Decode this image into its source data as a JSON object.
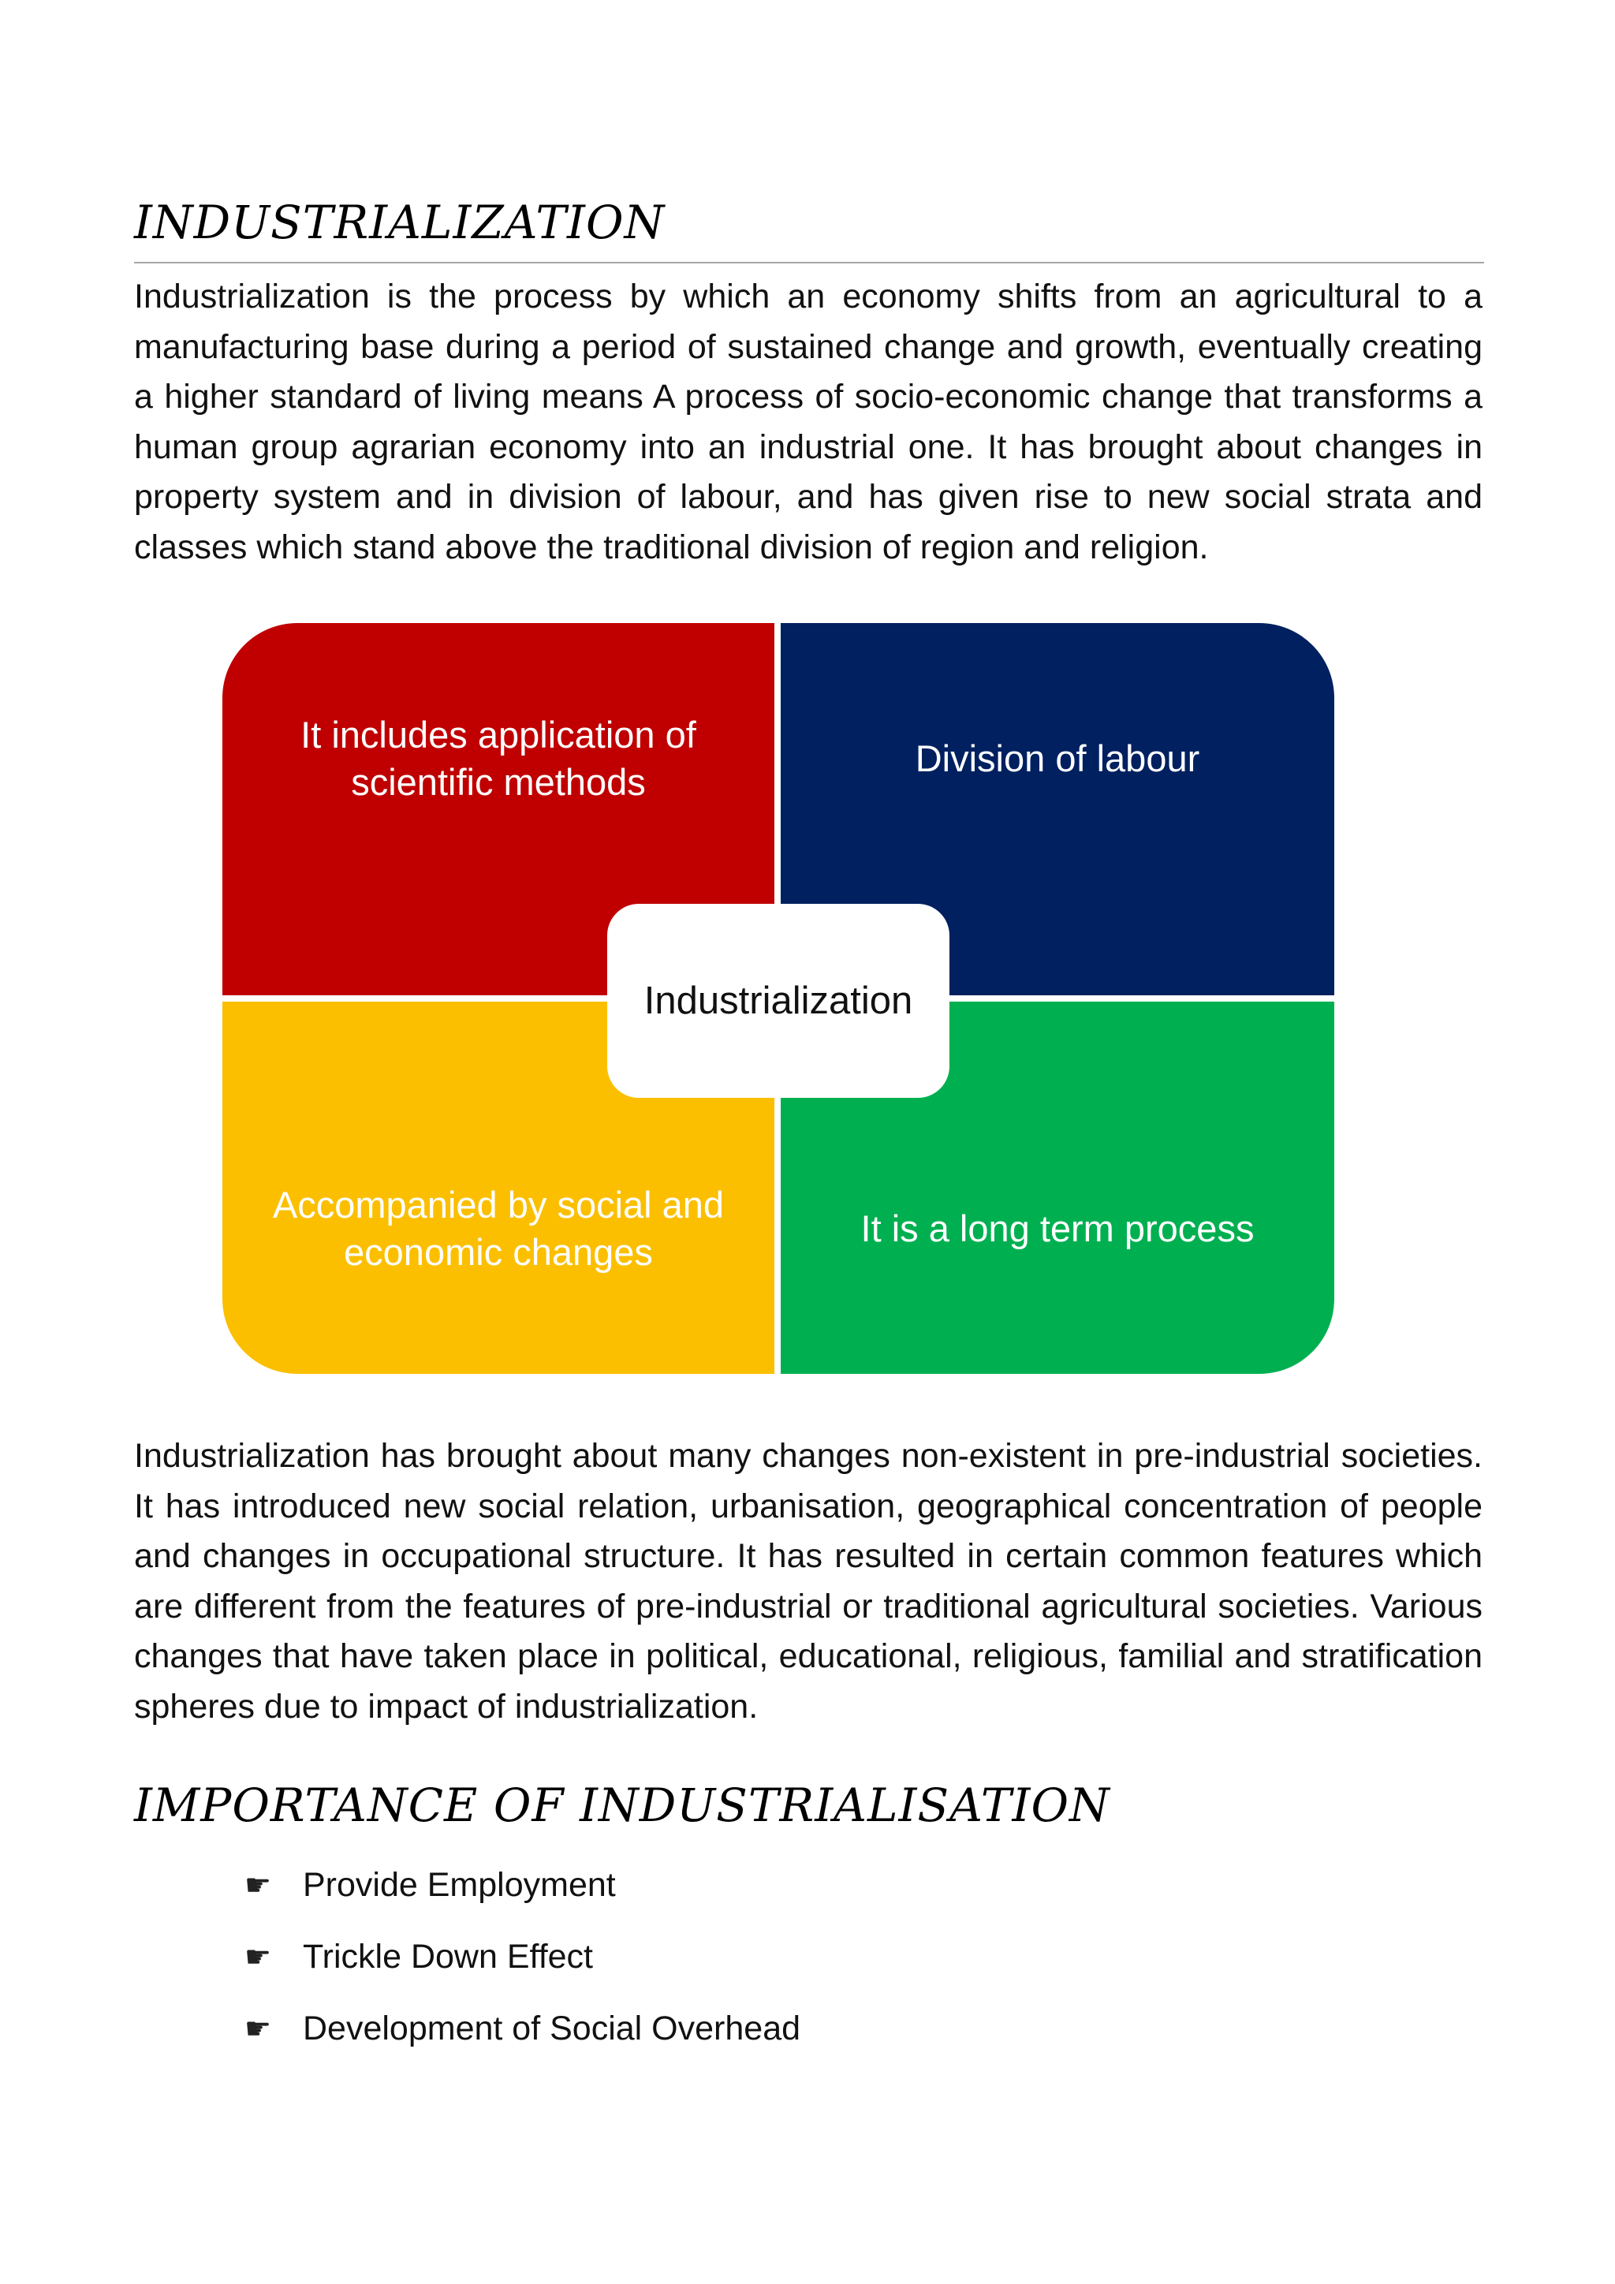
{
  "section1": {
    "title": "INDUSTRIALIZATION",
    "paragraph": "Industrialization is the process by which an economy shifts from an agricultural to a manufacturing base during a period of sustained change and growth, eventually creating a higher standard of living means A process of socio-economic change that transforms a human group agrarian economy into an industrial one. It has brought about changes in property system and in division of labour, and has given rise to new social strata and classes which stand above the traditional division of region and religion."
  },
  "diagram": {
    "center": "Industrialization",
    "top_left": {
      "line1": "It includes application of",
      "line2": "scientific methods",
      "color": "#c00000"
    },
    "top_right": {
      "line1": "Division of labour",
      "color": "#002060"
    },
    "bottom_left": {
      "line1": "Accompanied by social and",
      "line2": "economic changes",
      "color": "#fbbf00"
    },
    "bottom_right": {
      "line1": "It is a long term process",
      "color": "#00b050"
    }
  },
  "section2": {
    "paragraph": "Industrialization has brought about many changes non-existent in pre-industrial societies. It has introduced new social relation, urbanisation, geographical concentration of people and changes in occupational structure. It has resulted in certain common features which are different from the features of pre-industrial or traditional agricultural societies. Various changes that have taken place in political, educational, religious, familial and stratification spheres due to impact of industrialization."
  },
  "section3": {
    "title": "IMPORTANCE OF INDUSTRIALISATION",
    "bullet_icon": "pointing-hand-icon",
    "items": [
      "Provide Employment",
      "Trickle Down Effect",
      "Development of Social Overhead"
    ]
  }
}
